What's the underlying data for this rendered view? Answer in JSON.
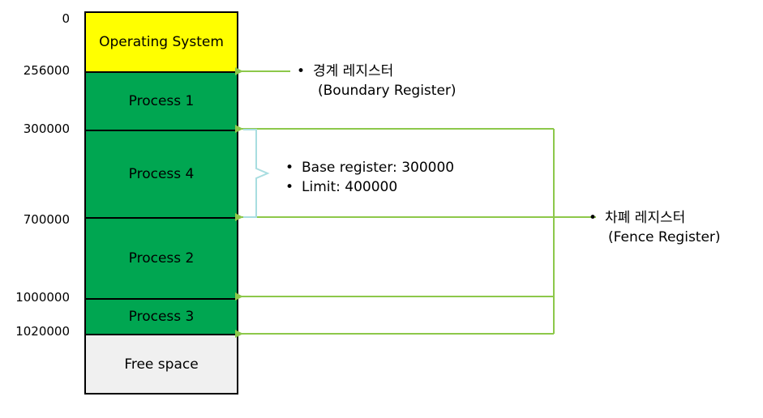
{
  "addresses": [
    "0",
    "256000",
    "300000",
    "700000",
    "1000000",
    "1020000"
  ],
  "blocks": {
    "os": "Operating System",
    "p1": "Process 1",
    "p4": "Process 4",
    "p2": "Process 2",
    "p3": "Process 3",
    "free": "Free space"
  },
  "boundary_note": {
    "line1": "경계 레지스터",
    "line2": "(Boundary Register)"
  },
  "base_note": {
    "base": "Base register: 300000",
    "limit": "Limit: 400000"
  },
  "fence_note": {
    "line1": "차폐 레지스터",
    "line2": "(Fence Register)"
  },
  "colors": {
    "os": "#ffff00",
    "process": "#00a651",
    "free": "#f0f0f0",
    "arrow": "#8dc84a",
    "brace": "#a8dde0"
  }
}
